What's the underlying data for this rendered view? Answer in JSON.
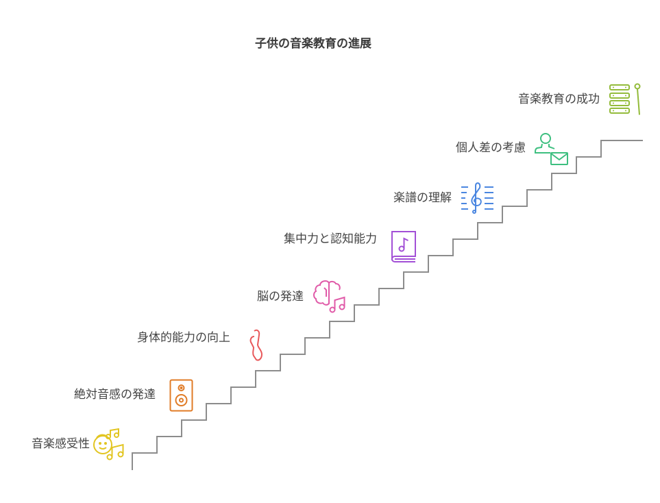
{
  "title": "子供の音楽教育の進展",
  "steps": [
    {
      "label": "音楽感受性",
      "icon": "baby-music-icon",
      "color": "#e2c521"
    },
    {
      "label": "絶対音感の発達",
      "icon": "speaker-icon",
      "color": "#e07b26"
    },
    {
      "label": "身体的能力の向上",
      "icon": "hand-icon",
      "color": "#e8585a"
    },
    {
      "label": "脳の発達",
      "icon": "brain-music-icon",
      "color": "#e05aa8"
    },
    {
      "label": "集中力と認知能力",
      "icon": "music-book-icon",
      "color": "#a24fd6"
    },
    {
      "label": "楽譜の理解",
      "icon": "treble-clef-staff-icon",
      "color": "#4a86e0"
    },
    {
      "label": "個人差の考慮",
      "icon": "user-mail-icon",
      "color": "#3dbf7f"
    },
    {
      "label": "音楽教育の成功",
      "icon": "xylophone-icon",
      "color": "#93bb3a"
    }
  ],
  "stair_color": "#8c8c8c"
}
